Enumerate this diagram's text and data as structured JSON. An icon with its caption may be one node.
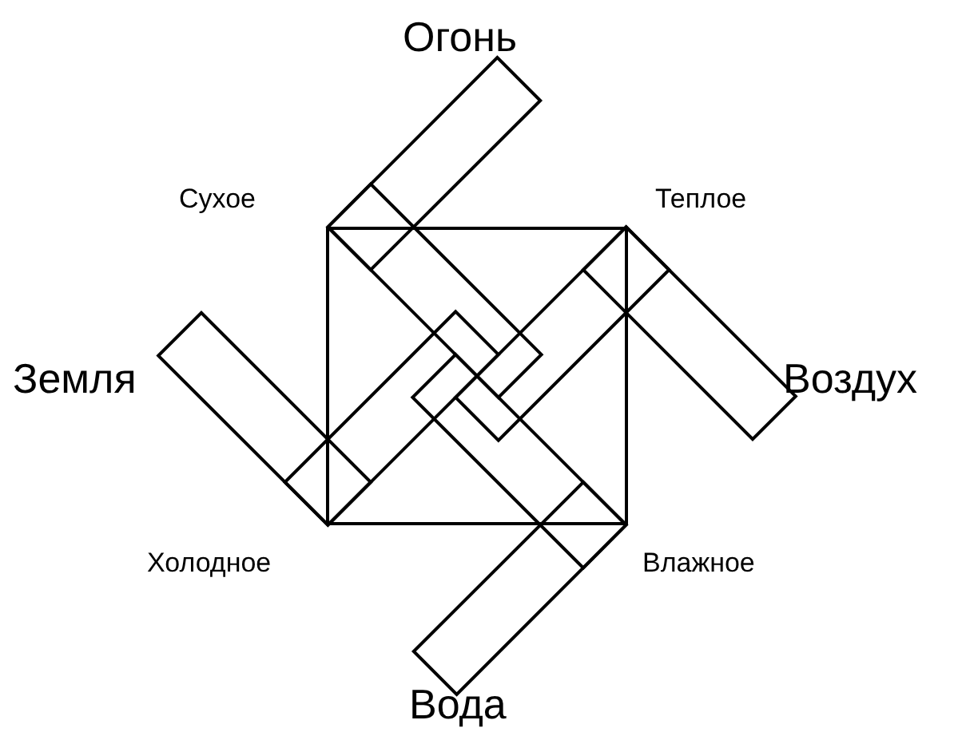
{
  "diagram": {
    "labels": [
      "Огонь",
      "Сухое",
      "Теплое",
      "Земля",
      "Воздух",
      "Холодное",
      "Влажное",
      "Вода"
    ]
  }
}
